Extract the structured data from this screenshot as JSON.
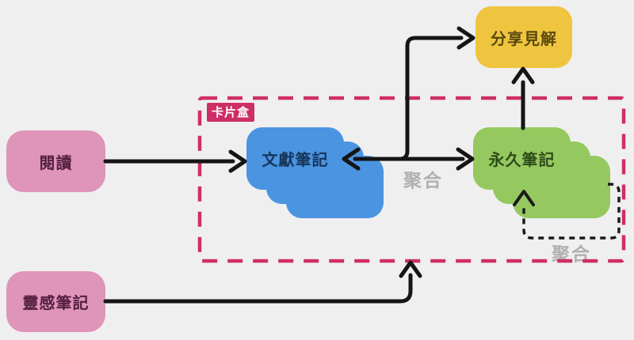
{
  "background_color": "#f0eff0",
  "nodes": {
    "reading": {
      "label": "閱讀",
      "fill": "#df94ba",
      "text_color": "#54203f",
      "shape": "rounded-rect"
    },
    "inspiration": {
      "label": "靈感筆記",
      "fill": "#df94ba",
      "text_color": "#54203f",
      "shape": "rounded-rect"
    },
    "literature": {
      "label": "文獻筆記",
      "fill": "#4b94e1",
      "text_color": "#16365c",
      "shape": "stacked-cards"
    },
    "permanent": {
      "label": "永久筆記",
      "fill": "#95c960",
      "text_color": "#2f4a1a",
      "shape": "stacked-cards"
    },
    "share": {
      "label": "分享見解",
      "fill": "#efc53f",
      "text_color": "#5a490f",
      "shape": "rounded-rect"
    }
  },
  "container": {
    "label": "卡片盒",
    "border_color": "#ce2e66",
    "border_style": "dashed",
    "contains": [
      "文獻筆記",
      "永久筆記"
    ]
  },
  "edge_labels": {
    "aggregate_mid": "聚合",
    "aggregate_loop": "聚合",
    "color": "#b1afb1"
  },
  "edges": [
    {
      "from": "閱讀",
      "to": "文獻筆記",
      "style": "solid-arrow"
    },
    {
      "between": [
        "文獻筆記",
        "永久筆記"
      ],
      "style": "double-headed-arrow",
      "label": "聚合"
    },
    {
      "from": "文獻筆記/永久筆記 junction",
      "to": "分享見解",
      "style": "solid-arrow-elbow"
    },
    {
      "from": "永久筆記",
      "to": "分享見解",
      "style": "solid-arrow"
    },
    {
      "from": "靈感筆記",
      "to": "卡片盒",
      "style": "solid-arrow-elbow"
    },
    {
      "from": "永久筆記",
      "to": "永久筆記",
      "style": "dashed-self-loop",
      "label": "聚合"
    }
  ],
  "arrow_color": "#151515"
}
